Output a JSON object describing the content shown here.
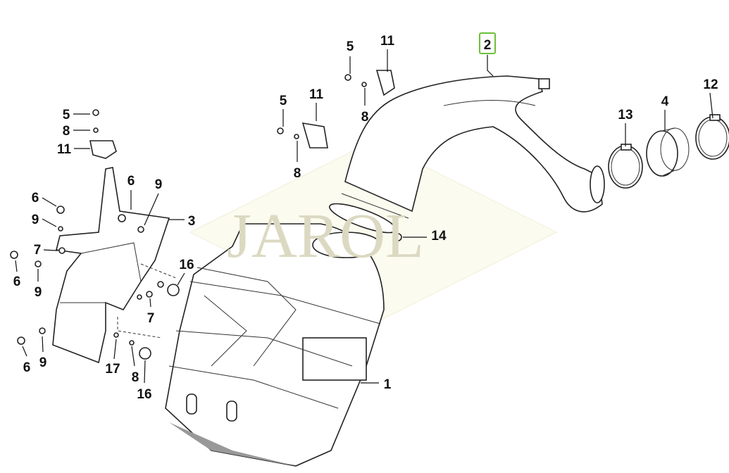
{
  "watermark": "JAROL",
  "highlight_color": "#6dbf3a",
  "callouts": [
    {
      "id": "c2",
      "label": "2",
      "highlighted": true
    },
    {
      "id": "c11a",
      "label": "11"
    },
    {
      "id": "c5a",
      "label": "5"
    },
    {
      "id": "c8a",
      "label": "8"
    },
    {
      "id": "c5b",
      "label": "5"
    },
    {
      "id": "c11b",
      "label": "11"
    },
    {
      "id": "c8b",
      "label": "8"
    },
    {
      "id": "c5c",
      "label": "5"
    },
    {
      "id": "c8c",
      "label": "8"
    },
    {
      "id": "c11c",
      "label": "11"
    },
    {
      "id": "c6a",
      "label": "6"
    },
    {
      "id": "c9a",
      "label": "9"
    },
    {
      "id": "c6b",
      "label": "6"
    },
    {
      "id": "c9b",
      "label": "9"
    },
    {
      "id": "c3",
      "label": "3"
    },
    {
      "id": "c7a",
      "label": "7"
    },
    {
      "id": "c6c",
      "label": "6"
    },
    {
      "id": "c9c",
      "label": "9"
    },
    {
      "id": "c16a",
      "label": "16"
    },
    {
      "id": "c7b",
      "label": "7"
    },
    {
      "id": "c6d",
      "label": "6"
    },
    {
      "id": "c9d",
      "label": "9"
    },
    {
      "id": "c17",
      "label": "17"
    },
    {
      "id": "c8d",
      "label": "8"
    },
    {
      "id": "c16b",
      "label": "16"
    },
    {
      "id": "c1",
      "label": "1"
    },
    {
      "id": "c14",
      "label": "14"
    },
    {
      "id": "c13",
      "label": "13"
    },
    {
      "id": "c4",
      "label": "4"
    },
    {
      "id": "c12",
      "label": "12"
    }
  ]
}
